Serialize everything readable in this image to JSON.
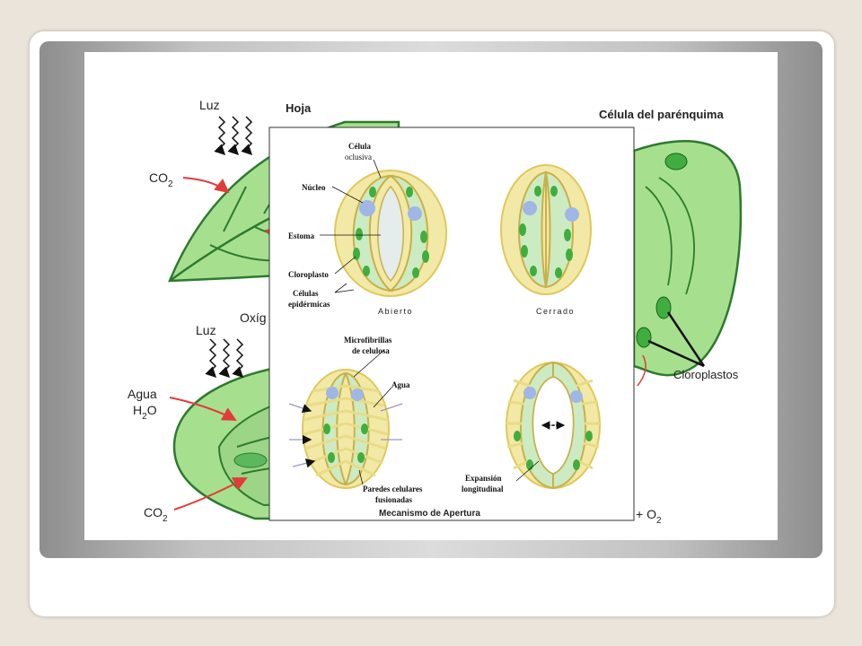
{
  "background": {
    "labels": {
      "leaf_title": "Hoja",
      "cell_title": "Célula del parénquima",
      "light_top": "Luz",
      "light_bottom": "Luz",
      "co2_top": "CO",
      "co2_bottom": "CO",
      "co2_sub": "2",
      "oxygen": "Oxíg",
      "water": "Agua",
      "h2o_h": "H",
      "h2o_sub": "2",
      "h2o_o": "O",
      "chloroplasts": "Cloroplastos",
      "o2_plus": "+ O",
      "o2_sub": "2"
    }
  },
  "inset": {
    "caption": "Mecanismo de Apertura",
    "labels": {
      "guard_cell_1": "Célula",
      "guard_cell_2": "oclusiva",
      "nucleus": "Núcleo",
      "stoma": "Estoma",
      "chloroplast": "Cloroplasto",
      "epidermal_1": "Células",
      "epidermal_2": "epidérmicas",
      "open": "Abierto",
      "closed": "Cerrado",
      "microfibrils_1": "Microfibrillas",
      "microfibrils_2": "de celulosa",
      "water": "Agua",
      "fused_walls_1": "Paredes celulares",
      "fused_walls_2": "fusionadas",
      "expansion_1": "Expansión",
      "expansion_2": "longitudinal"
    }
  },
  "colors": {
    "leaf_green": "#a6e08e",
    "leaf_outline": "#2e7a2e",
    "chloroplast_green": "#3fae3f",
    "wall_yellow": "#f3e9a6",
    "nucleus_blue": "#9fb6e6",
    "arrow_red": "#e23b3b"
  }
}
